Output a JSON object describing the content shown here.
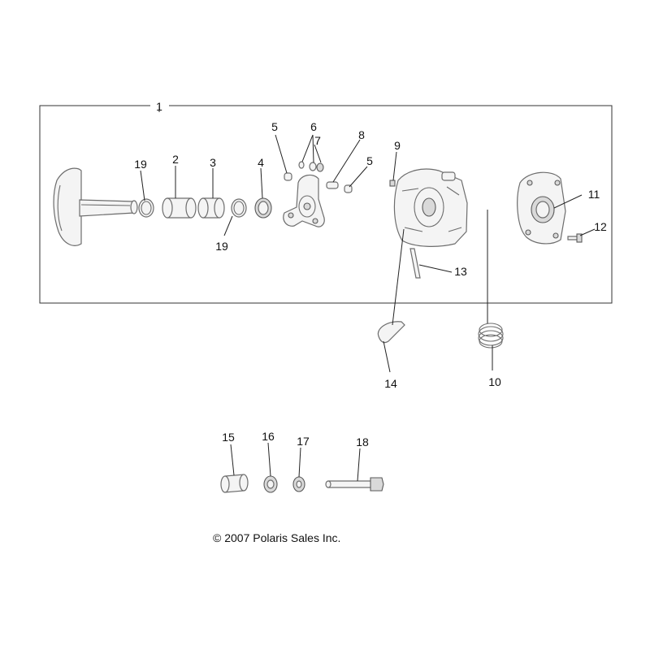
{
  "callouts": {
    "c1": "1",
    "c2": "2",
    "c3": "3",
    "c4": "4",
    "c5a": "5",
    "c5b": "5",
    "c6": "6",
    "c7": "7",
    "c8": "8",
    "c9": "9",
    "c10": "10",
    "c11": "11",
    "c12": "12",
    "c13": "13",
    "c14": "14",
    "c15": "15",
    "c16": "16",
    "c17": "17",
    "c18": "18",
    "c19a": "19",
    "c19b": "19"
  },
  "copyright": "© 2007 Polaris Sales Inc."
}
